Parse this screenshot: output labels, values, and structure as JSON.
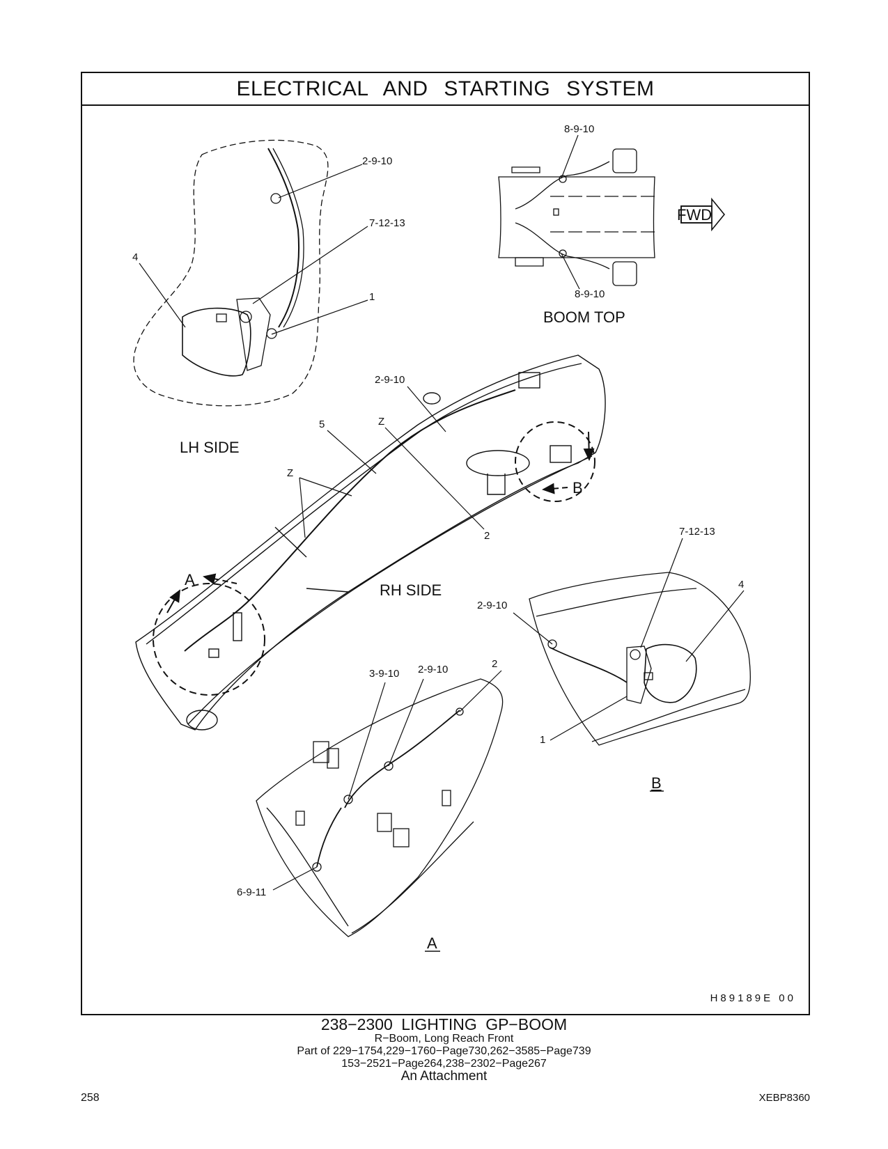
{
  "diagram_title": "ELECTRICAL AND STARTING SYSTEM",
  "views": {
    "lh_side": "LH SIDE",
    "rh_side": "RH SIDE",
    "boom_top": "BOOM TOP",
    "fwd": "FWD",
    "detail_a": "A",
    "detail_b": "B"
  },
  "callouts": {
    "lh_2_9_10": "2-9-10",
    "lh_7_12_13": "7-12-13",
    "lh_4": "4",
    "lh_1": "1",
    "top_8_9_10_upper": "8-9-10",
    "top_8_9_10_lower": "8-9-10",
    "boom_2_9_10": "2-9-10",
    "boom_5": "5",
    "boom_z_upper": "Z",
    "boom_z_left": "Z",
    "boom_2": "2",
    "b_7_12_13": "7-12-13",
    "b_4": "4",
    "b_2_9_10": "2-9-10",
    "b_1": "1",
    "a_3_9_10": "3-9-10",
    "a_2_9_10": "2-9-10",
    "a_2": "2",
    "a_6_9_11": "6-9-11",
    "ref_a": "A",
    "ref_b": "B"
  },
  "illustration_code": "H89189E 00",
  "caption": {
    "title": "238−2300 LIGHTING GP−BOOM",
    "line1": "R−Boom, Long Reach Front",
    "line2": "Part of 229−1754,229−1760−Page730,262−3585−Page739",
    "line3": "153−2521−Page264,238−2302−Page267",
    "line4": "An Attachment"
  },
  "page_number": "258",
  "document_id": "XEBP8360"
}
